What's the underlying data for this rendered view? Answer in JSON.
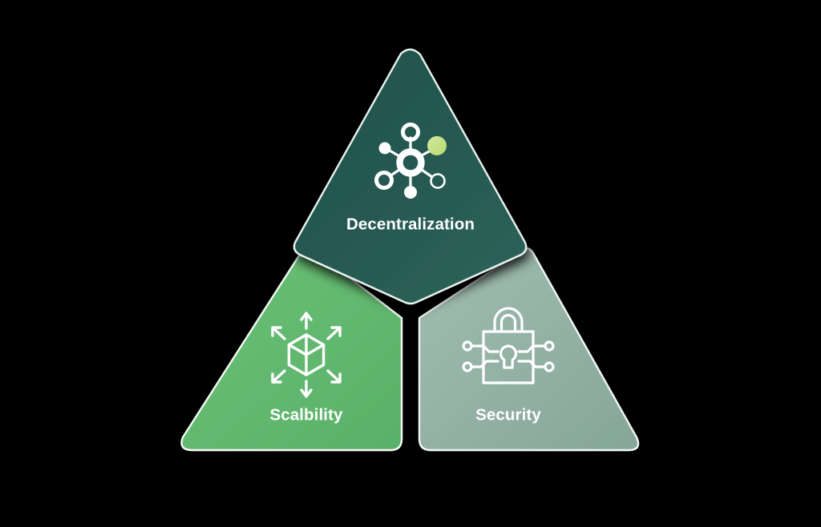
{
  "diagram": {
    "name": "blockchain-trilemma",
    "background_color": "#000000",
    "panels": [
      {
        "id": "decentralization",
        "label": "Decentralization",
        "icon": "network-hub-icon",
        "label_color": "#ffffff",
        "fill_from": "#1e4f49",
        "fill_to": "#2c6159",
        "accent_node_color": "#c5e07f",
        "edge_highlight": "#e8f2ef"
      },
      {
        "id": "scalbility",
        "label": "Scalbility",
        "icon": "cube-expand-arrows-icon",
        "label_color": "#ffffff",
        "fill_from": "#63b96f",
        "fill_to": "#5cb36c",
        "edge_highlight": "#eef7ef"
      },
      {
        "id": "security",
        "label": "Security",
        "icon": "padlock-circuit-icon",
        "label_color": "#ffffff",
        "fill_from": "#9ab9ab",
        "fill_to": "#87a79a",
        "edge_highlight": "#eef4f1"
      }
    ]
  }
}
